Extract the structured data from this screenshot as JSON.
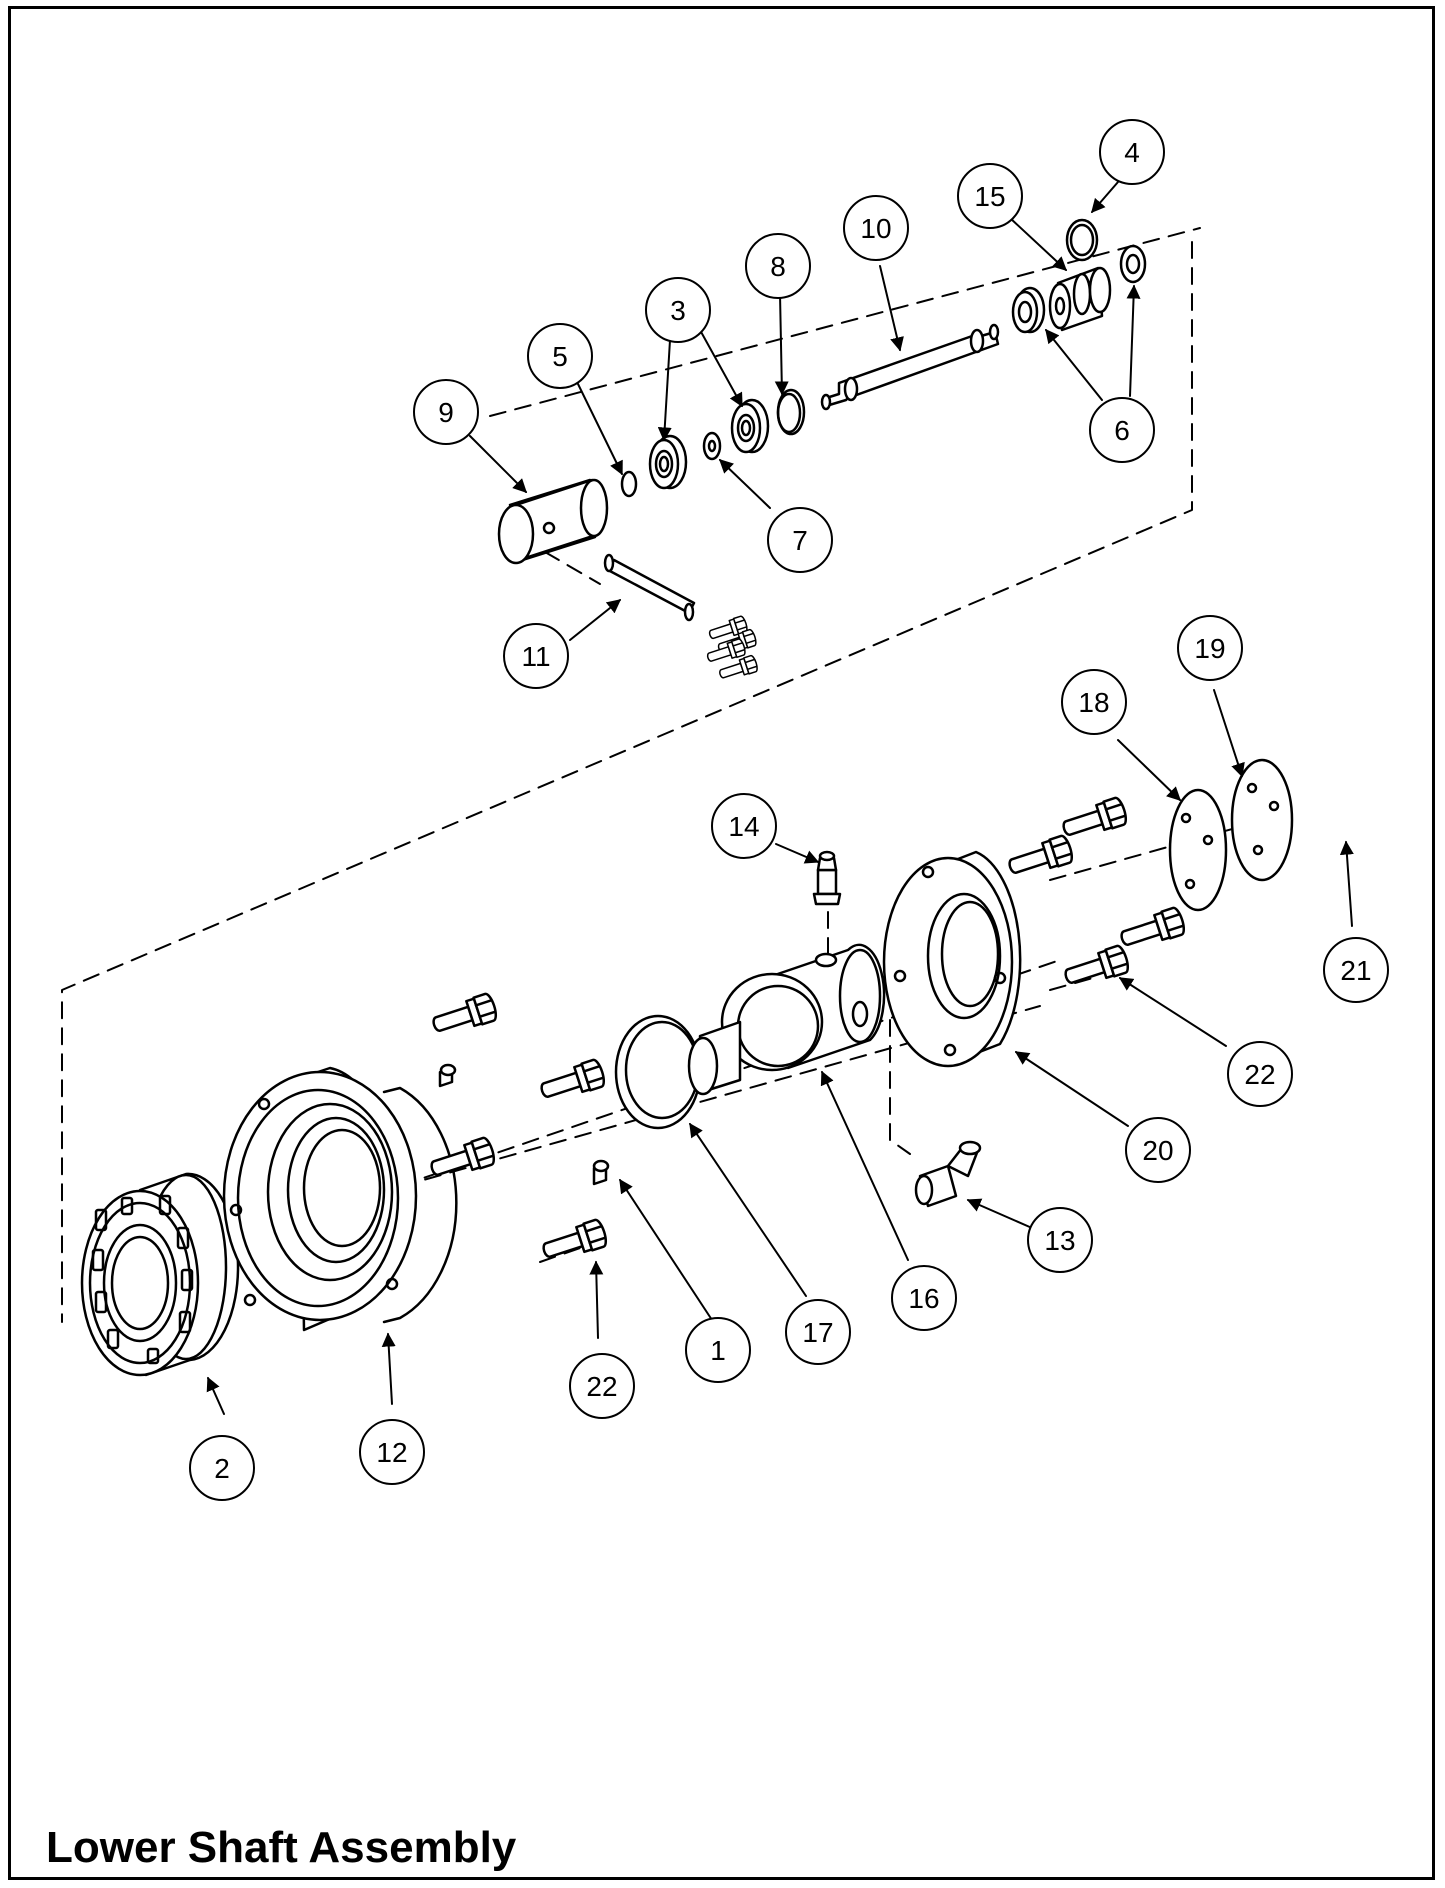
{
  "title": "Lower Shaft Assembly",
  "colors": {
    "line": "#000000",
    "background": "#ffffff"
  },
  "callouts": [
    {
      "id": "c4",
      "label": "4"
    },
    {
      "id": "c15",
      "label": "15"
    },
    {
      "id": "c10",
      "label": "10"
    },
    {
      "id": "c8",
      "label": "8"
    },
    {
      "id": "c3",
      "label": "3"
    },
    {
      "id": "c5",
      "label": "5"
    },
    {
      "id": "c9",
      "label": "9"
    },
    {
      "id": "c6",
      "label": "6"
    },
    {
      "id": "c7",
      "label": "7"
    },
    {
      "id": "c11",
      "label": "11"
    },
    {
      "id": "c19",
      "label": "19"
    },
    {
      "id": "c18",
      "label": "18"
    },
    {
      "id": "c14",
      "label": "14"
    },
    {
      "id": "c21",
      "label": "21"
    },
    {
      "id": "c22a",
      "label": "22"
    },
    {
      "id": "c20",
      "label": "20"
    },
    {
      "id": "c13",
      "label": "13"
    },
    {
      "id": "c16",
      "label": "16"
    },
    {
      "id": "c17",
      "label": "17"
    },
    {
      "id": "c1",
      "label": "1"
    },
    {
      "id": "c22b",
      "label": "22"
    },
    {
      "id": "c12",
      "label": "12"
    },
    {
      "id": "c2",
      "label": "2"
    }
  ]
}
